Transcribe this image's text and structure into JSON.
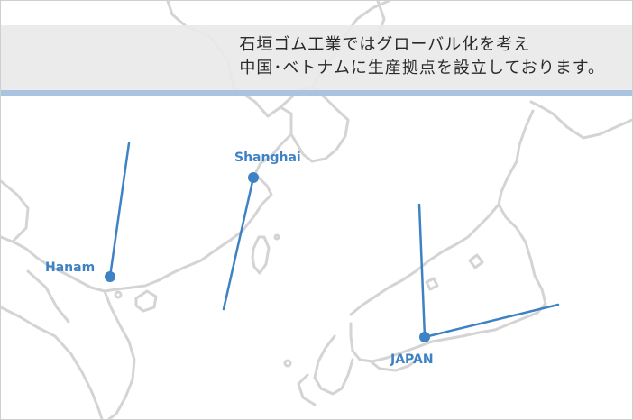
{
  "caption": {
    "line1": "石垣ゴム工業ではグローバル化を考え",
    "line2": "中国･ベトナムに生産拠点を設立しております。"
  },
  "locations": {
    "hanam": "Hanam",
    "shanghai": "Shanghai",
    "japan": "JAPAN"
  },
  "colors": {
    "accent": "#3d82c4",
    "coastline": "#d4d4d4",
    "banner": "#eaeaea",
    "banner_rule": "#a9c3e0"
  }
}
